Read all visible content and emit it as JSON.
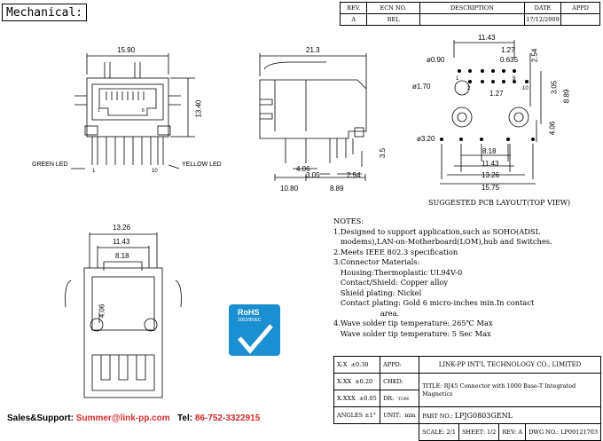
{
  "header": {
    "title": "Mechanical:"
  },
  "revision_table": {
    "headers": [
      "REV.",
      "ECN NO.",
      "DESCRIPTION",
      "DATE",
      "APPD"
    ],
    "row": [
      "A",
      "REL",
      "",
      "17/12/2009",
      ""
    ]
  },
  "front_view": {
    "width_label": "15.90",
    "height_label": "13.40",
    "pin_first": "1",
    "pin_last": "10",
    "pin_1": "1",
    "pin_8": "8",
    "left_led": "GREEN LED",
    "right_led": "YELLOW LED"
  },
  "side_view": {
    "depth_label": "21.3",
    "d1": "4.06",
    "d2": "3.05",
    "d3": "2.54",
    "d4": "3.5",
    "d5": "10.80",
    "d6": "8.89"
  },
  "pcb_layout": {
    "dims": {
      "top": "11.43",
      "pitch1": "1.27",
      "pitch2": "0.635",
      "right1": "2.54",
      "hole1": "ø0.90",
      "hole2": "ø1.70",
      "hole3": "ø3.20",
      "center_pitch": "1.27",
      "r1": "3.05",
      "r2": "8.89",
      "r3": "4.06",
      "b1": "8.18",
      "b2": "11.43",
      "b3": "13.26",
      "b4": "15.75"
    },
    "pins": {
      "p1": "1",
      "p2": "2",
      "p9": "9",
      "p10": "10"
    },
    "caption": "SUGGESTED PCB LAYOUT(TOP VIEW)"
  },
  "bottom_view": {
    "d1": "13.26",
    "d2": "11.43",
    "d3": "8.18",
    "d4": "4.06"
  },
  "rohs": {
    "label": "RoHS",
    "sub": "2002/95/EC"
  },
  "notes": [
    "NOTES:",
    "1.Designed to support application,such as SOHO(ADSL",
    "   modems),LAN-on-Motherboard(LOM),hub and Switches.",
    "2.Meets IEEE 802.3 specification",
    "3.Connector Materials:",
    "   Housing:Thermoplastic UL94V-0",
    "   Contact/Shield: Copper alloy",
    "   Shield plating: Nickel",
    "   Contact plating: Gold 6 micro-inches min.In contact",
    "                    area.",
    "4.Wave solder tip temperature: 265℃ Max",
    "   Wave solder tip temperature: 5 Sec Max"
  ],
  "title_block": {
    "tol_x": "X:X",
    "tol_x_val": "±0.30",
    "tol_xx": "X:XX",
    "tol_xx_val": "±0.20",
    "tol_xxx": "X:XXX",
    "tol_xxx_val": "±0.05",
    "angles": "ANGLES ±1°",
    "appd": "APPD:",
    "chkd": "CHKD:",
    "dr": "DR:",
    "dr_val": "TOM",
    "unit": "UNIT:",
    "unit_val": "mm",
    "company": "LINK-PP INT'L TECHNOLOGY CO., LIMITED",
    "title_label": "TITLE:",
    "title_val": "RJ45 Connector with 1000 Base-T Integrated Magnetics",
    "part_label": "PART NO.:",
    "part_val": "LPJG0803GENL",
    "scale_label": "SCALE:",
    "scale_val": "2/1",
    "sheet_label": "SHEET:",
    "sheet_val": "1/2",
    "rev_label": "REV:",
    "rev_val": "A",
    "dwg_label": "DWG NO.:",
    "dwg_val": "LP09121703"
  },
  "footer": {
    "sales_label": "Sales&Support:",
    "email": "Summer@link-pp.com",
    "tel_label": "Tel:",
    "tel": "86-752-3322915"
  }
}
